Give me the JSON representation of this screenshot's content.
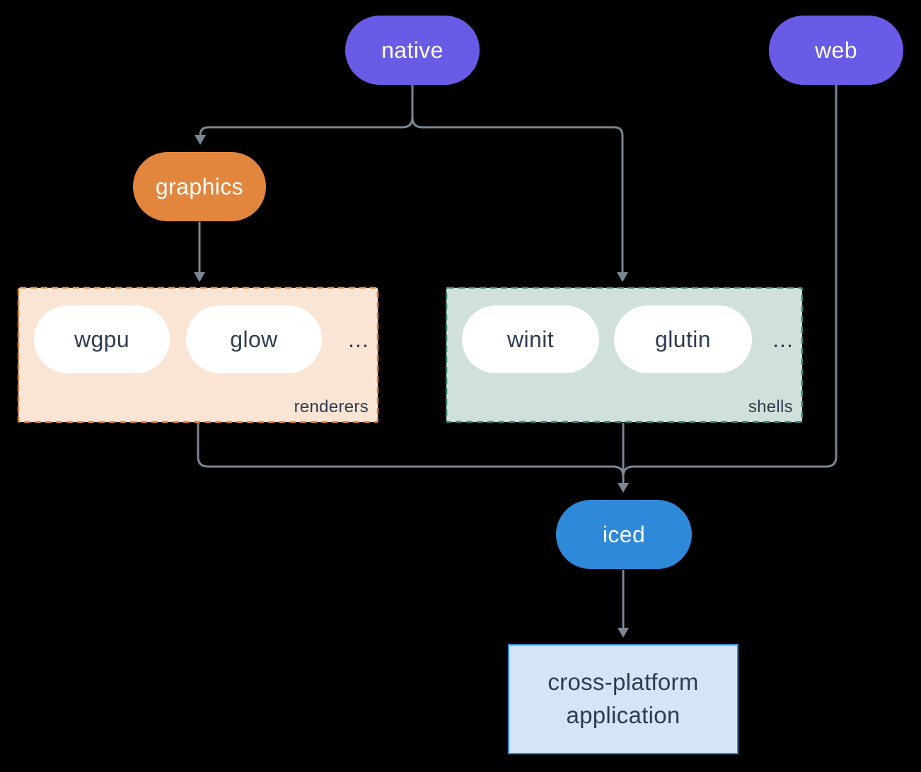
{
  "colors": {
    "background": "#000000",
    "node_purple": "#6A5BE6",
    "node_orange": "#E2863E",
    "node_blue": "#2E89D8",
    "pill_white": "#FFFFFF",
    "renderers_fill": "#FAE5D4",
    "renderers_border": "#DF813C",
    "shells_fill": "#D0E0DA",
    "shells_border": "#2E7D6C",
    "app_fill": "#D3E5F6",
    "app_border": "#338BDC",
    "edge_line": "#7A8794",
    "text_light": "#FFFFFF",
    "text_dark": "#2E3D4E"
  },
  "nodes": {
    "native": {
      "label": "native"
    },
    "web": {
      "label": "web"
    },
    "graphics": {
      "label": "graphics"
    },
    "iced": {
      "label": "iced"
    },
    "application": {
      "line1": "cross-platform",
      "line2": "application"
    }
  },
  "groups": {
    "renderers": {
      "label": "renderers",
      "items": [
        "wgpu",
        "glow"
      ],
      "more": "..."
    },
    "shells": {
      "label": "shells",
      "items": [
        "winit",
        "glutin"
      ],
      "more": "..."
    }
  }
}
